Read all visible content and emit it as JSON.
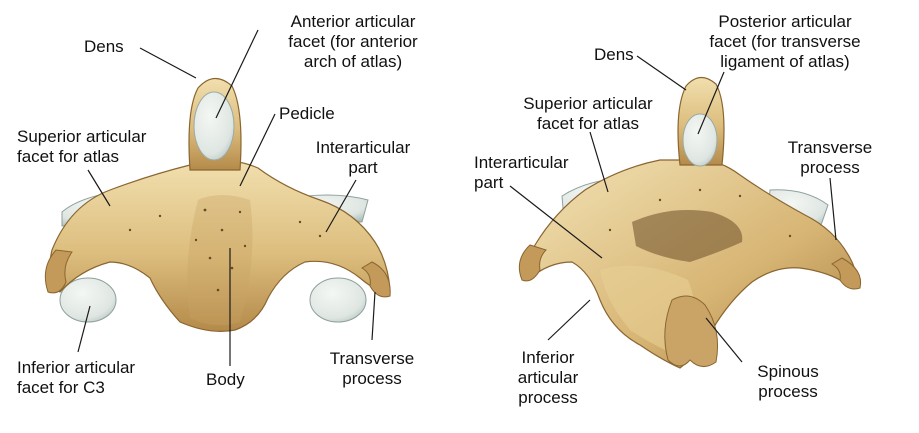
{
  "colors": {
    "bone_light": "#efd9a6",
    "bone_mid": "#d9b978",
    "bone_dark": "#b98f4e",
    "bone_shadow": "#8f6a34",
    "cartilage": "#e9eee9",
    "cartilage_shade": "#b9c7c4",
    "leader": "#1a1a1a"
  },
  "anterior_view": {
    "dens": "Dens",
    "anterior_facet": [
      "Anterior articular",
      "facet (for anterior",
      "arch of atlas)"
    ],
    "pedicle": "Pedicle",
    "superior_facet": [
      "Superior articular",
      "facet for atlas"
    ],
    "interarticular": [
      "Interarticular",
      "part"
    ],
    "inferior_facet": [
      "Inferior articular",
      "facet for C3"
    ],
    "body": "Body",
    "transverse": [
      "Transverse",
      "process"
    ]
  },
  "posterior_view": {
    "posterior_facet": [
      "Posterior articular",
      "facet (for transverse",
      "ligament of atlas)"
    ],
    "dens": "Dens",
    "superior_facet": [
      "Superior articular",
      "facet for atlas"
    ],
    "transverse": [
      "Transverse",
      "process"
    ],
    "interarticular": [
      "Interarticular",
      "part"
    ],
    "inferior_process": [
      "Inferior",
      "articular",
      "process"
    ],
    "spinous": [
      "Spinous",
      "process"
    ]
  }
}
